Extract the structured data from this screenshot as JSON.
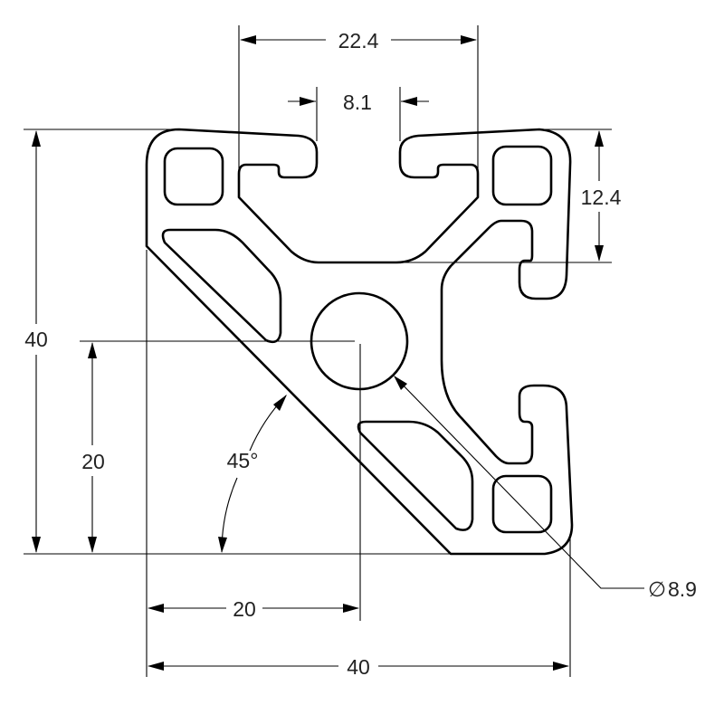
{
  "drawing": {
    "subject": "aluminum extrusion profile, 45 degree corner",
    "colors": {
      "line": "#000000",
      "text": "#222222",
      "background": "#ffffff"
    }
  },
  "dimensions": {
    "slot_opening_outer": "22.4",
    "slot_opening_inner": "8.1",
    "slot_depth": "12.4",
    "overall_height": "40",
    "center_height": "20",
    "angle": "45°",
    "center_bore_diameter": "8.9",
    "diameter_symbol": "∅",
    "center_width": "20",
    "overall_width": "40"
  }
}
